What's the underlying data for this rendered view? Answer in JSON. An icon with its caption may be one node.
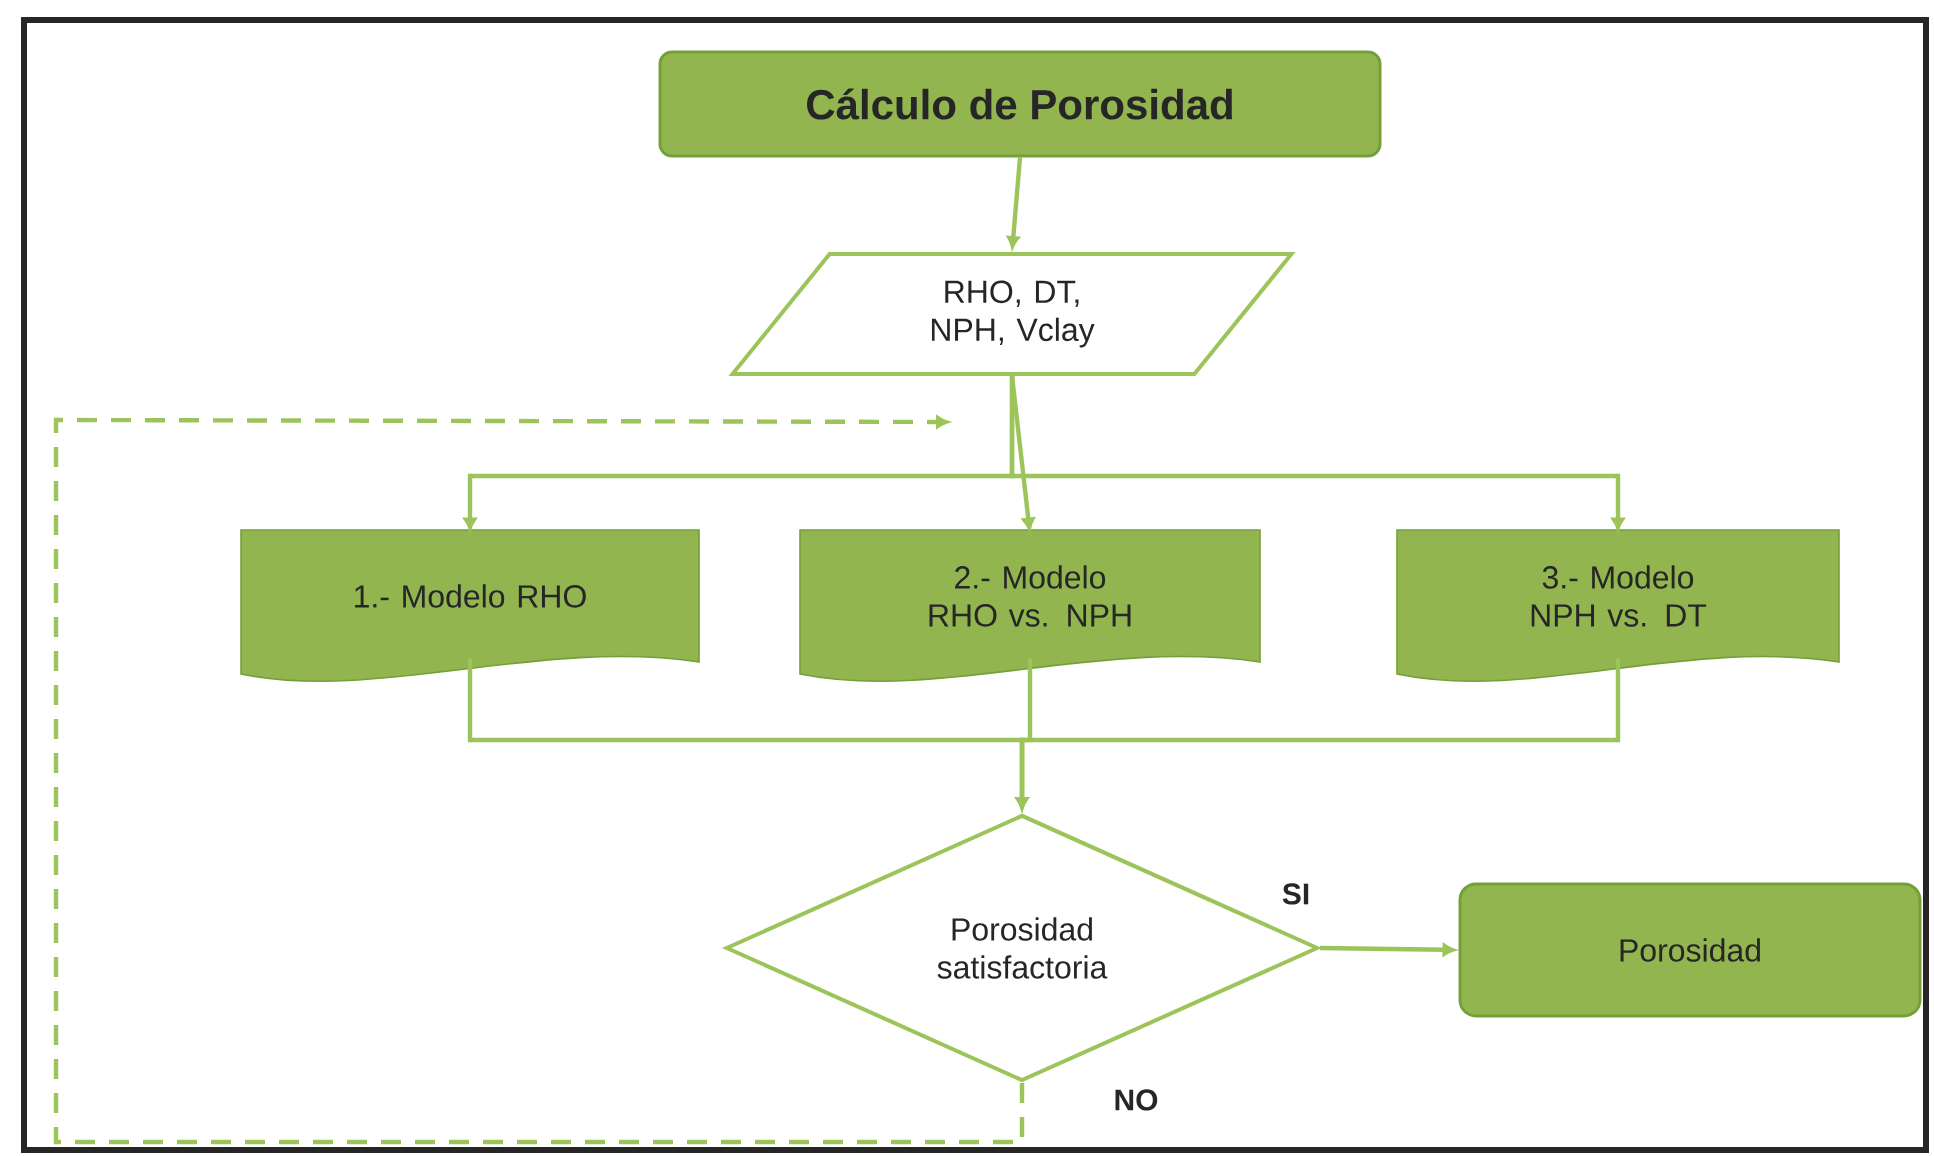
{
  "diagram": {
    "nodes": [
      {
        "text": [
          "Cálculo de Porosidad"
        ]
      },
      {
        "text": [
          "RHO, DT, NPH, Vclay"
        ]
      },
      {
        "text": [
          "1.- Modelo RHO"
        ]
      },
      {
        "text": [
          "2.- Modelo RHO vs. NPH"
        ]
      },
      {
        "text": [
          "3.- Modelo NPH vs. DT"
        ]
      },
      {
        "text": [
          "Porosidad satisfactoria"
        ]
      },
      {
        "text": [
          "Porosidad"
        ]
      }
    ],
    "edges": [
      {
        "from": 0,
        "to": 1,
        "arrow": "to"
      },
      {
        "from": 1,
        "to": 2,
        "arrow": "to"
      },
      {
        "from": 1,
        "to": 3,
        "arrow": "to"
      },
      {
        "from": 1,
        "to": 4,
        "arrow": "to"
      },
      {
        "from": 2,
        "to": 5,
        "arrow": "to"
      },
      {
        "from": 3,
        "to": 5,
        "arrow": "to"
      },
      {
        "from": 4,
        "to": 5,
        "arrow": "to"
      },
      {
        "from": 5,
        "to": 6,
        "arrow": "to",
        "label": "SI"
      },
      {
        "from": 5,
        "to": 1,
        "arrow": "to",
        "label": "NO",
        "style": "dashed"
      }
    ]
  }
}
